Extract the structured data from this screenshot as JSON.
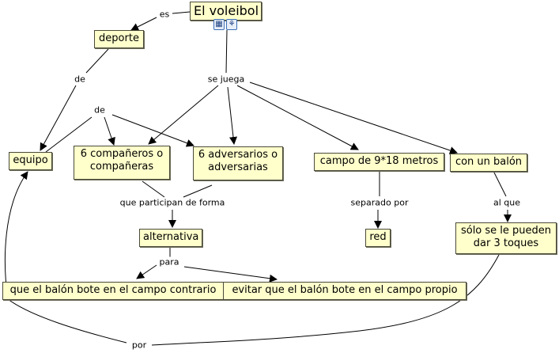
{
  "map_title": "El voleibol",
  "concepts": {
    "root": "El voleibol",
    "deporte": "deporte",
    "equipo": "equipo",
    "companeros": "6 compañeros o compañeras",
    "adversarios": "6 adversarios o adversarias",
    "campo": "campo de 9*18 metros",
    "balon": "con un balón",
    "alternativa": "alternativa",
    "red": "red",
    "toques": "sólo se le pueden dar 3 toques",
    "contrario": "que el balón bote en el campo contrario",
    "propio": "evitar que el balón bote en el campo propio"
  },
  "linking_phrases": {
    "es": "es",
    "de1": "de",
    "se_juega": "se juega",
    "de2": "de",
    "participan": "que participan de forma",
    "separado": "separado por",
    "al_que": "al que",
    "para": "para",
    "por": "por"
  },
  "resource_icons": [
    "image-resource-icon",
    "submap-resource-icon"
  ],
  "colors": {
    "concept_fill": "#ffffcc",
    "concept_border": "#4a4a3a",
    "link": "#000000",
    "icon_border": "#3a6fb5"
  }
}
